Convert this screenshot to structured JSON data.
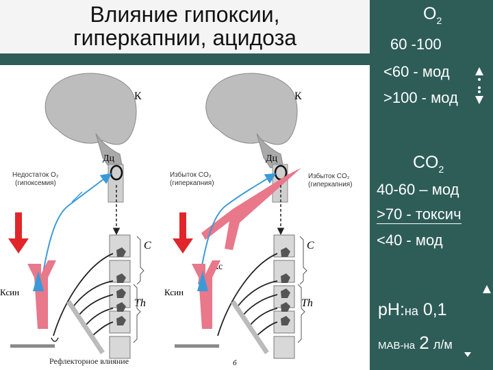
{
  "title": {
    "line1": "Влияние гипоксии,",
    "line2": "гиперкапнии, ацидоза"
  },
  "o2": {
    "label": "O",
    "label_sub": "2",
    "values": [
      "60 -100",
      "<60 - мод",
      ">100 - мод"
    ]
  },
  "co2": {
    "label": "CO",
    "label_sub": "2",
    "values": [
      "40-60 – мод",
      ">70 - токсич",
      "<40 - мод"
    ]
  },
  "ph": {
    "prefix": "pH:",
    "small": "на",
    "value": "0,1"
  },
  "mav": {
    "prefix": "МАВ-на",
    "value": "2",
    "unit": "л/м"
  },
  "diagram": {
    "left": {
      "brain_label": "К",
      "center_label": "Дц",
      "stimulus": "Недостаток О₂",
      "stimulus_paren": "(гипоксемия)",
      "chemo_label": "Ксин",
      "c_label": "С",
      "th_label": "Th"
    },
    "right": {
      "brain_label": "К",
      "center_label": "Дц",
      "stimulus": "Избыток CO₂",
      "stimulus_paren": "(гиперкапния)",
      "stimulus_right": "Избыток CO₂",
      "stimulus_right_paren": "(гиперкапния)",
      "ks_label": "Кс",
      "chemo_label": "Ксин",
      "c_label": "С",
      "th_label": "Th"
    },
    "caption": "Рефлекторное влияние",
    "figure_letter": "б"
  },
  "colors": {
    "background": "#2e5d58",
    "artery": "#e8788a",
    "nerve_blue": "#3a9ad8",
    "arrow_red": "#e0262a",
    "brain": "#b8b8b8"
  }
}
